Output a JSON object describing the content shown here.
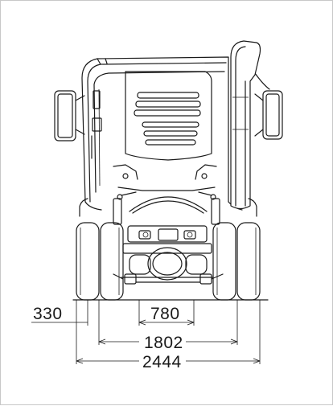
{
  "drawing": {
    "subject": "truck-rear-elevation",
    "dimensions": [
      {
        "key": "track_offset",
        "label": "330"
      },
      {
        "key": "frame_width",
        "label": "780"
      },
      {
        "key": "axle_track",
        "label": "1802"
      },
      {
        "key": "overall_width",
        "label": "2444"
      }
    ]
  }
}
